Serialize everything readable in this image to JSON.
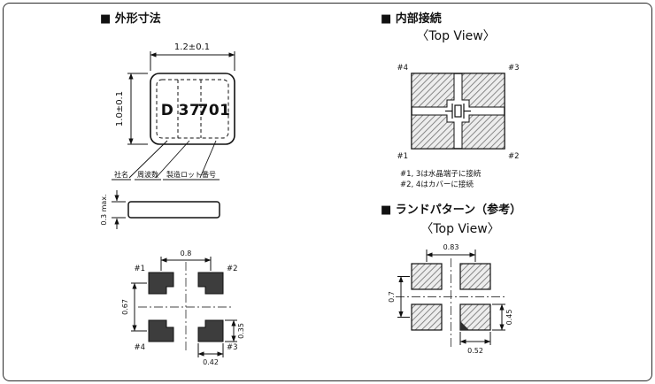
{
  "outline_section": {
    "title": "■ 外形寸法",
    "top_view": {
      "dim_width": "1.2±0.1",
      "dim_height": "1.0±0.1",
      "marking": [
        "D",
        "37",
        "701"
      ],
      "leader_labels": [
        "社名",
        "周波数",
        "製造ロット番号"
      ]
    },
    "side_view": {
      "dim_thickness": "0.3 max."
    },
    "bottom_view": {
      "pad_tl": "#1",
      "pad_tr": "#2",
      "pad_bl": "#4",
      "pad_br": "#3",
      "dim_top": "0.8",
      "dim_left": "0.67",
      "dim_bottom": "0.42",
      "dim_right": "0.35"
    }
  },
  "internal_section": {
    "title": "■ 内部接続",
    "subtitle": "〈Top View〉",
    "pad_tl": "#4",
    "pad_tr": "#3",
    "pad_bl": "#1",
    "pad_br": "#2",
    "notes": [
      "#1, 3は水晶端子に接続",
      "#2, 4はカバーに接続"
    ]
  },
  "land_section": {
    "title": "■ ランドパターン（参考）",
    "subtitle": "〈Top View〉",
    "dim_top": "0.83",
    "dim_left": "0.7",
    "dim_bottom": "0.52",
    "dim_right": "0.45"
  }
}
